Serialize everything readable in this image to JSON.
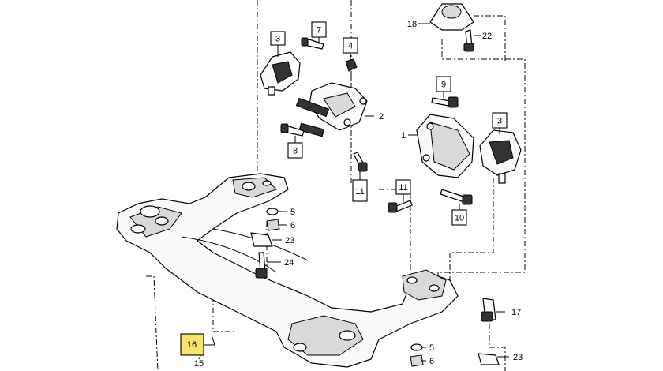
{
  "diagram": {
    "callouts": {
      "c3a": "3",
      "c7": "7",
      "c4": "4",
      "c2": "2",
      "c8": "8",
      "c11a": "11",
      "c18": "18",
      "c22": "22",
      "c9": "9",
      "c1": "1",
      "c3b": "3",
      "c11b": "11",
      "c10": "10",
      "c5a": "5",
      "c6a": "6",
      "c23a": "23",
      "c24": "24",
      "c17": "17",
      "c16": "16",
      "c15": "15",
      "c5b": "5",
      "c6b": "6",
      "c23b": "23"
    },
    "highlight_color": "#f7e36a"
  }
}
